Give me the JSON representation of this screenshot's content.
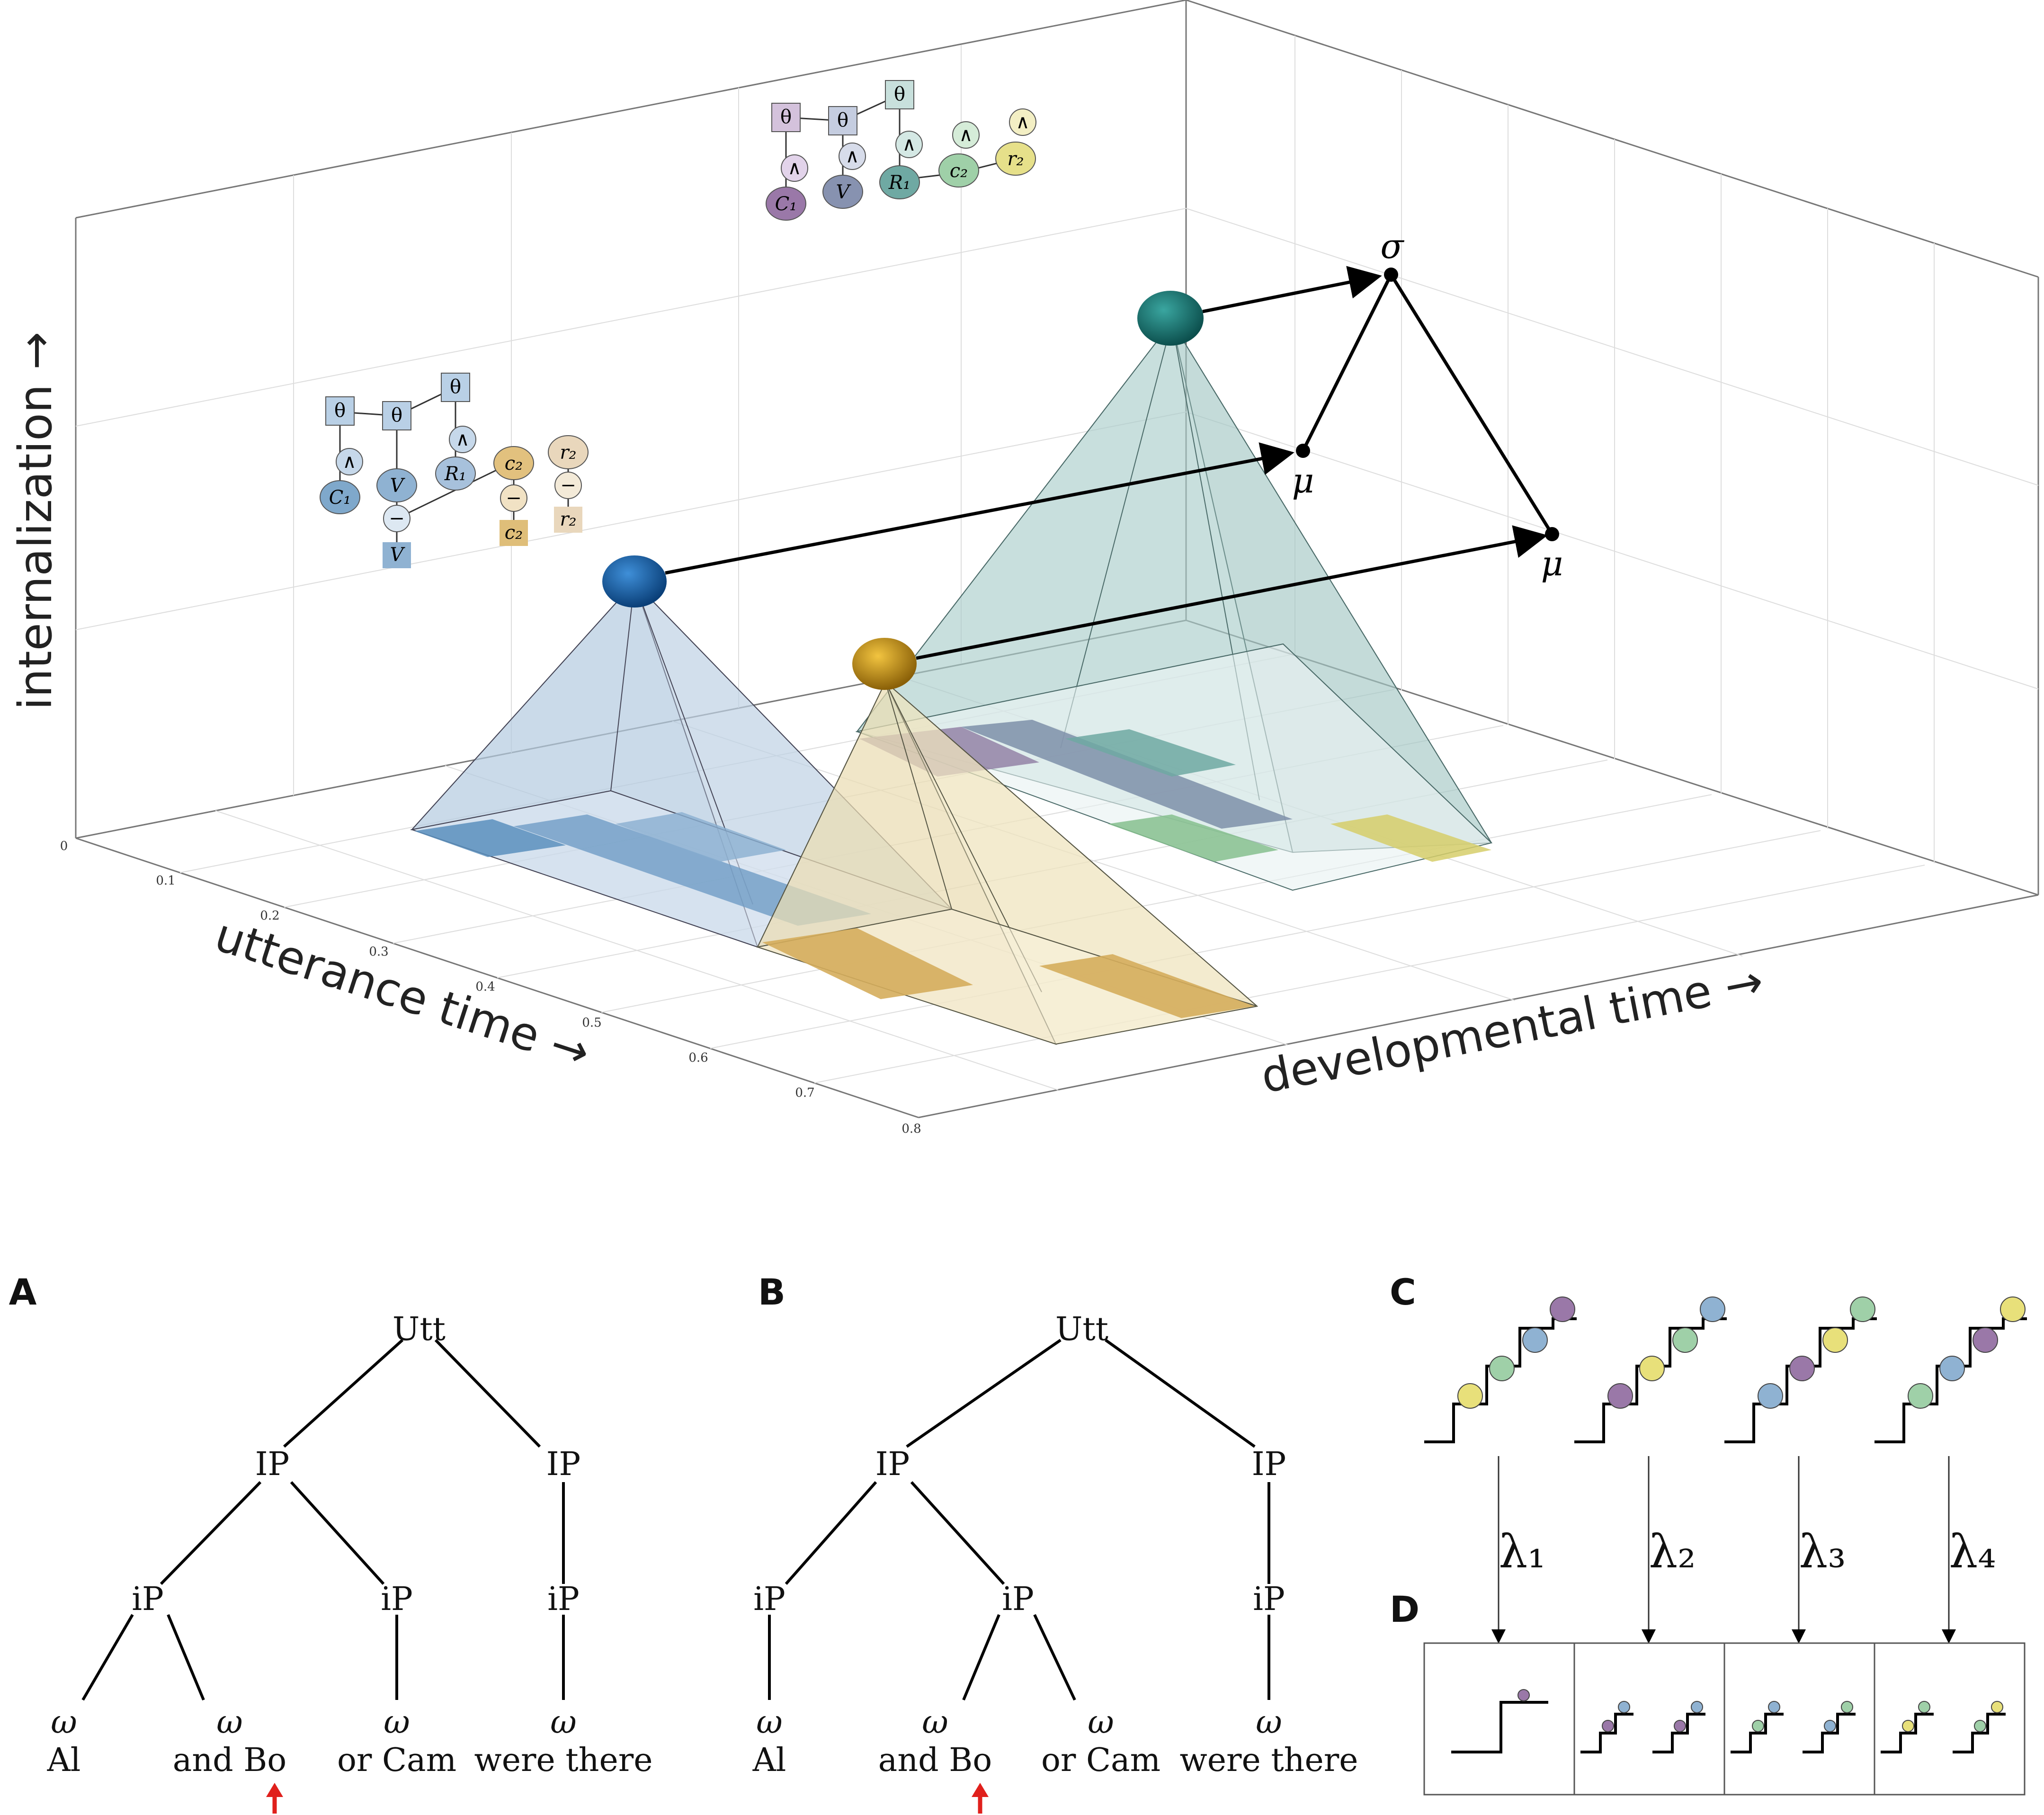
{
  "top_panel": {
    "axes": {
      "z_label": "internalization →",
      "x_label": "utterance time →",
      "y_label": "developmental time →",
      "x_ticks": [
        "0",
        "0.1",
        "0.2",
        "0.3",
        "0.4",
        "0.5",
        "0.6",
        "0.7",
        "0.8"
      ]
    },
    "points": {
      "sigma": "σ",
      "mu": "μ"
    },
    "graph_small": {
      "theta": "θ",
      "and": "∧",
      "minus": "−",
      "C1": "C₁",
      "V": "V",
      "R1": "R₁",
      "c2": "c₂",
      "r2": "r₂"
    },
    "colors": {
      "blue": "#0d5aa0",
      "gold": "#d4a017",
      "teal": "#1a7a78",
      "purple": "#8c6c9c",
      "green": "#7fbf8f",
      "yellow": "#e2da74",
      "arrow_red": "#e0201c"
    }
  },
  "panels": {
    "A": {
      "label": "A",
      "nodes": {
        "root": "Utt",
        "ip": "IP",
        "ip_small": "iP",
        "omega": "ω"
      },
      "words": [
        "Al",
        "and Bo",
        "or Cam",
        "were there"
      ]
    },
    "B": {
      "label": "B",
      "nodes": {
        "root": "Utt",
        "ip": "IP",
        "ip_small": "iP",
        "omega": "ω"
      },
      "words": [
        "Al",
        "and Bo",
        "or Cam",
        "were there"
      ]
    },
    "C": {
      "label": "C",
      "lambdas": [
        "λ₁",
        "λ₂",
        "λ₃",
        "λ₄"
      ]
    },
    "D": {
      "label": "D"
    }
  }
}
